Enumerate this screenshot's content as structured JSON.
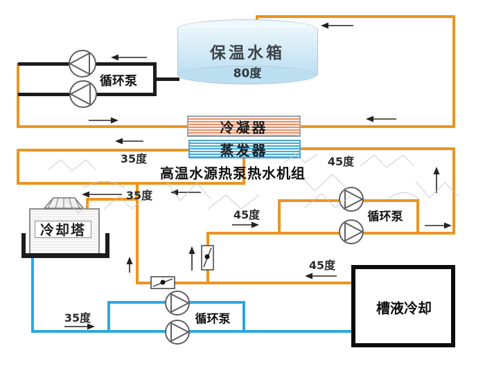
{
  "colors": {
    "hot_pipe": "#EC9420",
    "cold_pipe": "#2EA7E0",
    "dark_pipe": "#1c1c1c",
    "condenser_stripe": "#E8916B",
    "evaporator_stripe": "#43ABDD"
  },
  "tank": {
    "title": "保温水箱",
    "temperature": "80度"
  },
  "heat_pump": {
    "condenser": "冷凝器",
    "evaporator": "蒸发器",
    "unit_title": "高温水源热泵热水机组"
  },
  "cooling_tower": {
    "label": "冷却塔"
  },
  "process_box": {
    "label": "槽液冷却"
  },
  "pumps": {
    "tank_loop_label": "循环泵",
    "evaporator_loop_label": "循环泵",
    "tower_loop_label": "循环泵"
  },
  "temperatures": {
    "evaporator_outlet": "35度",
    "tower_supply": "35度",
    "tower_return": "35度",
    "evaporator_inlet": "45度",
    "pump_line": "45度",
    "box_outlet": "45度"
  }
}
